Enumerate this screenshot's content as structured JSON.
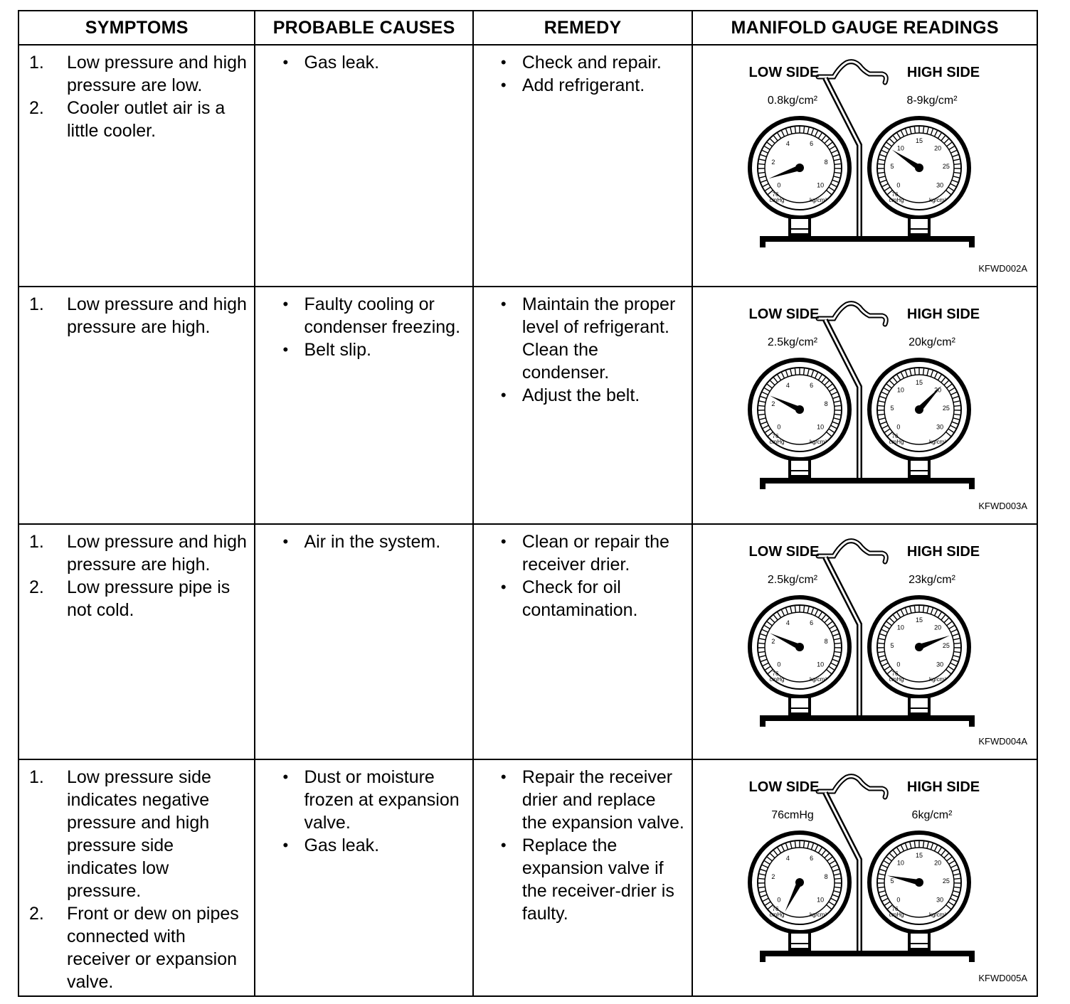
{
  "headers": {
    "symptoms": "SYMPTOMS",
    "causes": "PROBABLE CAUSES",
    "remedy": "REMEDY",
    "gauge": "MANIFOLD GAUGE READINGS"
  },
  "gauge_labels": {
    "low_side": "LOW SIDE",
    "high_side": "HIGH SIDE",
    "low_unit_left": "76\ncmHg",
    "low_unit_right": "kg/cm²",
    "low_ticks": [
      "0",
      "2",
      "4",
      "6",
      "8",
      "10"
    ],
    "high_ticks": [
      "0",
      "5",
      "10",
      "15",
      "20",
      "25",
      "30"
    ]
  },
  "rows": [
    {
      "symptoms": [
        {
          "num": "1.",
          "text": "Low pressure and high pressure are low."
        },
        {
          "num": "2.",
          "text": "Cooler outlet air is a little cooler."
        }
      ],
      "causes": [
        "Gas leak."
      ],
      "remedy": [
        "Check and repair.",
        "Add refrigerant."
      ],
      "gauge": {
        "low_reading": "0.8kg/cm²",
        "high_reading": "8-9kg/cm²",
        "low_value": 0.8,
        "high_value": 8.5,
        "figure_code": "KFWD002A"
      }
    },
    {
      "symptoms": [
        {
          "num": "1.",
          "text": "Low pressure and high pressure are high."
        }
      ],
      "causes": [
        "Faulty cooling or condenser freezing.",
        "Belt slip."
      ],
      "remedy": [
        "Maintain the proper level of refrigerant. Clean the condenser.",
        "Adjust the belt."
      ],
      "gauge": {
        "low_reading": "2.5kg/cm²",
        "high_reading": "20kg/cm²",
        "low_value": 2.5,
        "high_value": 20,
        "figure_code": "KFWD003A"
      }
    },
    {
      "symptoms": [
        {
          "num": "1.",
          "text": "Low pressure and high pressure are high."
        },
        {
          "num": "2.",
          "text": "Low pressure pipe is not cold."
        }
      ],
      "causes": [
        "Air in the system."
      ],
      "remedy": [
        "Clean or repair the receiver drier.",
        "Check for oil contamination."
      ],
      "gauge": {
        "low_reading": "2.5kg/cm²",
        "high_reading": "23kg/cm²",
        "low_value": 2.5,
        "high_value": 23,
        "figure_code": "KFWD004A"
      }
    },
    {
      "symptoms": [
        {
          "num": "1.",
          "text": "Low pressure side indicates negative pressure and high pressure side indicates low pressure."
        },
        {
          "num": "2.",
          "text": "Front or dew on pipes connected with receiver or expansion valve."
        }
      ],
      "causes": [
        "Dust or moisture frozen at expansion valve.",
        "Gas leak."
      ],
      "remedy": [
        "Repair the receiver drier and replace the expansion valve.",
        "Replace the expansion valve if the receiver-drier is faulty."
      ],
      "gauge": {
        "low_reading": "76cmHg",
        "high_reading": "6kg/cm²",
        "low_value": -0.9,
        "high_value": 6,
        "figure_code": "KFWD005A"
      }
    }
  ]
}
